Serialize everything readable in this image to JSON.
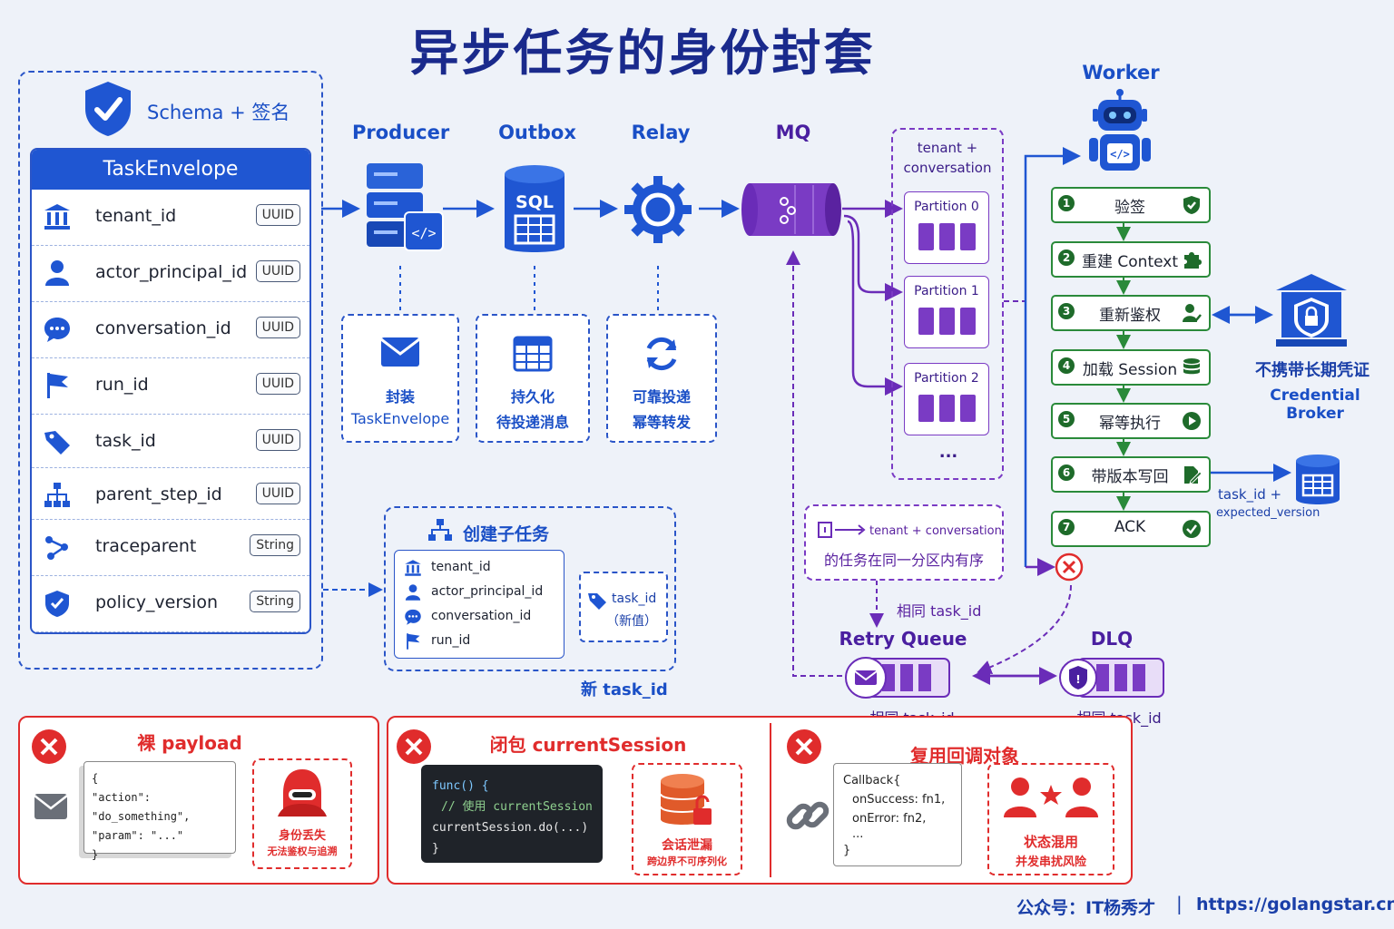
{
  "title": "异步任务的身份封套",
  "schema": {
    "label": "Schema + 签名"
  },
  "envelope": {
    "header": "TaskEnvelope",
    "fields": [
      {
        "name": "tenant_id",
        "type": "UUID",
        "icon": "bank-icon"
      },
      {
        "name": "actor_principal_id",
        "type": "UUID",
        "icon": "user-icon"
      },
      {
        "name": "conversation_id",
        "type": "UUID",
        "icon": "chat-icon"
      },
      {
        "name": "run_id",
        "type": "UUID",
        "icon": "flag-icon"
      },
      {
        "name": "task_id",
        "type": "UUID",
        "icon": "tag-icon"
      },
      {
        "name": "parent_step_id",
        "type": "UUID",
        "icon": "hierarchy-icon"
      },
      {
        "name": "traceparent",
        "type": "String",
        "icon": "share-icon"
      },
      {
        "name": "policy_version",
        "type": "String",
        "icon": "shield-icon"
      }
    ]
  },
  "pipeline": {
    "producer": "Producer",
    "outbox": "Outbox",
    "outbox_db_label": "SQL",
    "relay": "Relay",
    "mq": "MQ",
    "producer_note": [
      "封装",
      "TaskEnvelope"
    ],
    "outbox_note": [
      "持久化",
      "待投递消息"
    ],
    "relay_note": [
      "可靠投递",
      "幂等转发"
    ]
  },
  "partitions": {
    "header": [
      "tenant +",
      "conversation"
    ],
    "items": [
      "Partition 0",
      "Partition 1",
      "Partition 2"
    ],
    "more": "..."
  },
  "ordering_note": {
    "line1": "tenant + conversation",
    "line2": "的任务在同一分区内有序"
  },
  "subtask": {
    "title": "创建子任务",
    "fields": [
      "tenant_id",
      "actor_principal_id",
      "conversation_id",
      "run_id"
    ],
    "new_field": [
      "task_id",
      "（新值）"
    ],
    "caption": "新 task_id"
  },
  "worker": {
    "title": "Worker",
    "steps": [
      {
        "num": "1",
        "label": "验签",
        "icon": "shield-check-icon"
      },
      {
        "num": "2",
        "label": "重建 Context",
        "icon": "puzzle-icon"
      },
      {
        "num": "3",
        "label": "重新鉴权",
        "icon": "user-check-icon"
      },
      {
        "num": "4",
        "label": "加载 Session",
        "icon": "database-icon"
      },
      {
        "num": "5",
        "label": "幂等执行",
        "icon": "play-icon"
      },
      {
        "num": "6",
        "label": "带版本写回",
        "icon": "edit-doc-icon"
      },
      {
        "num": "7",
        "label": "ACK",
        "icon": "check-circle-icon"
      }
    ]
  },
  "broker": {
    "line1": "不携带长期凭证",
    "line2": "Credential Broker"
  },
  "writeback": {
    "line1": "task_id +",
    "line2": "expected_version"
  },
  "retry": {
    "label": "相同 task_id",
    "title": "Retry Queue",
    "caption": "相同 task_id"
  },
  "dlq": {
    "title": "DLQ",
    "caption": "相同 task_id"
  },
  "antipatterns": [
    {
      "title": "裸 payload",
      "code": [
        "{",
        "\"action\": \"do_something\",",
        "\"param\": \"...\"",
        "}"
      ],
      "risk": [
        "身份丢失",
        "无法鉴权与追溯"
      ]
    },
    {
      "title": "闭包 currentSession",
      "code": [
        "func() {",
        "// 使用 currentSession",
        "currentSession.do(...)",
        "}"
      ],
      "risk": [
        "会话泄漏",
        "跨边界不可序列化"
      ]
    },
    {
      "title": "复用回调对象",
      "code": [
        "Callback{",
        "onSuccess: fn1,",
        "onError: fn2,",
        "...",
        "}"
      ],
      "risk": [
        "状态混用",
        "并发串扰风险"
      ]
    }
  ],
  "footer": {
    "account": "公众号：IT杨秀才",
    "divider": "|",
    "url": "https://golangstar.cn"
  },
  "colors": {
    "blue": "#1f56d2",
    "purple": "#7a3bc4",
    "green": "#2a8a3a",
    "red": "#e02c2c",
    "navy": "#1a2a8c"
  }
}
